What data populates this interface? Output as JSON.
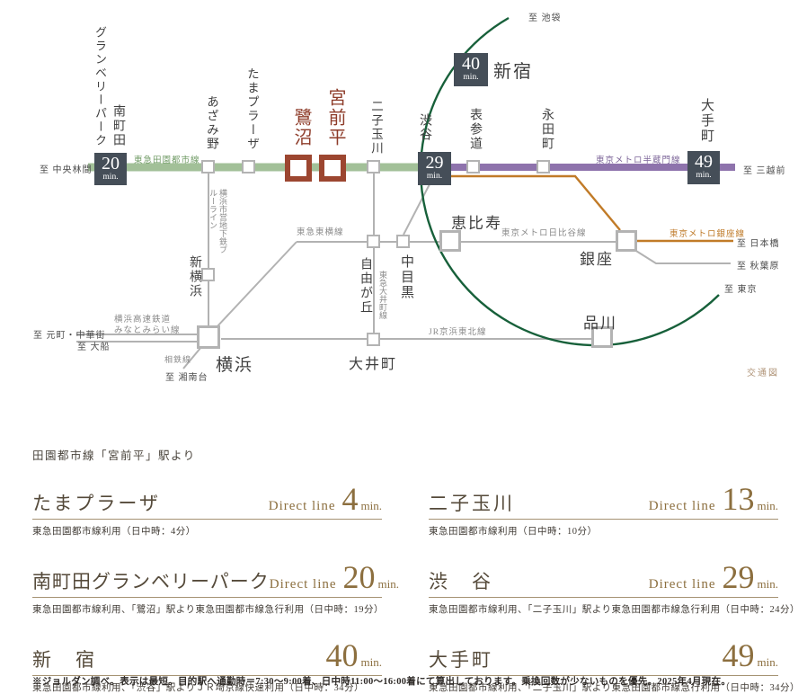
{
  "map": {
    "colors": {
      "denentoshi_green": "#a2c098",
      "hanzomon_purple": "#8e73ac",
      "ginza_orange": "#c17b28",
      "jr_dark_green": "#17603a",
      "rail_gray": "#b2b2b2",
      "highlight_red": "#9c4630",
      "badge_navy": "#454e58"
    },
    "stations": {
      "minamimachida_col1": "南町田",
      "minamimachida_col2": "グランベリーパーク",
      "azamino": "あざみ野",
      "tamaplaza": "たまプラーザ",
      "saginuma": "鷺沼",
      "miyamaedaira": "宮前平",
      "futakotamagawa": "二子玉川",
      "shibuya": "渋谷",
      "omotesando": "表参道",
      "nagatacho": "永田町",
      "otemachi": "大手町",
      "shinjuku": "新宿",
      "ebisu": "恵比寿",
      "nakameguro": "中目黒",
      "jiyugaoka": "自由が丘",
      "ginza": "銀座",
      "shinagawa": "品川",
      "oimachi": "大井町",
      "yokohama": "横浜",
      "shinyokohama": "新横浜"
    },
    "lines": {
      "denentoshi": "東急田園都市線",
      "hanzomon": "東京メトロ半蔵門線",
      "ginza": "東京メトロ銀座線",
      "hibiya": "東京メトロ日比谷線",
      "toyoko": "東急東横線",
      "oimachi": "東急大井町線",
      "keihintohoku": "JR京浜東北線",
      "blueline": "横浜市営地下鉄ブルーライン",
      "minatomirai_1": "横浜高速鉄道",
      "minatomirai_2": "みなとみらい線",
      "sotetsu": "相鉄線"
    },
    "terminals": {
      "chuorinkan": "至 中央林間",
      "ikebukuro": "至 池袋",
      "mitsukoshimae": "至 三越前",
      "nihombashi": "至 日本橋",
      "akihabara": "至 秋葉原",
      "tokyo": "至 東京",
      "motomachi": "至 元町・中華街",
      "ofuna": "至 大船",
      "shonandai": "至 湘南台"
    },
    "badges": {
      "b20": {
        "num": "20",
        "unit": "min."
      },
      "b29": {
        "num": "29",
        "unit": "min."
      },
      "b40": {
        "num": "40",
        "unit": "min."
      },
      "b49": {
        "num": "49",
        "unit": "min."
      }
    },
    "credit": "交通図"
  },
  "access": {
    "heading": "田園都市線「宮前平」駅より",
    "entries": [
      {
        "station": "たまプラーザ",
        "prefix": "Direct line",
        "minutes": "4",
        "unit": "min.",
        "note": "東急田園都市線利用（日中時：4分）"
      },
      {
        "station": "二子玉川",
        "prefix": "Direct line",
        "minutes": "13",
        "unit": "min.",
        "note": "東急田園都市線利用（日中時：10分）"
      },
      {
        "station": "南町田グランベリーパーク",
        "prefix": "Direct line",
        "minutes": "20",
        "unit": "min.",
        "note": "東急田園都市線利用、「鷺沼」駅より東急田園都市線急行利用（日中時：19分）"
      },
      {
        "station": "渋　谷",
        "prefix": "Direct line",
        "minutes": "29",
        "unit": "min.",
        "note": "東急田園都市線利用、「二子玉川」駅より東急田園都市線急行利用（日中時：24分）"
      },
      {
        "station": "新　宿",
        "prefix": "",
        "minutes": "40",
        "unit": "min.",
        "note": "東急田園都市線利用、「渋谷」駅よりＪＲ埼京線快速利用（日中時：34分）"
      },
      {
        "station": "大手町",
        "prefix": "",
        "minutes": "49",
        "unit": "min.",
        "note": "東急田園都市線利用、「二子玉川」駅より東急田園都市線急行利用（日中時：34分）"
      }
    ],
    "footnote": "※ジョルダン調べ。表示は最短。目的駅へ通勤時＝7:30～9:00着、日中時11:00～16:00着にて算出しております。乗換回数が少ないものを優先。2025年4月現在。"
  }
}
